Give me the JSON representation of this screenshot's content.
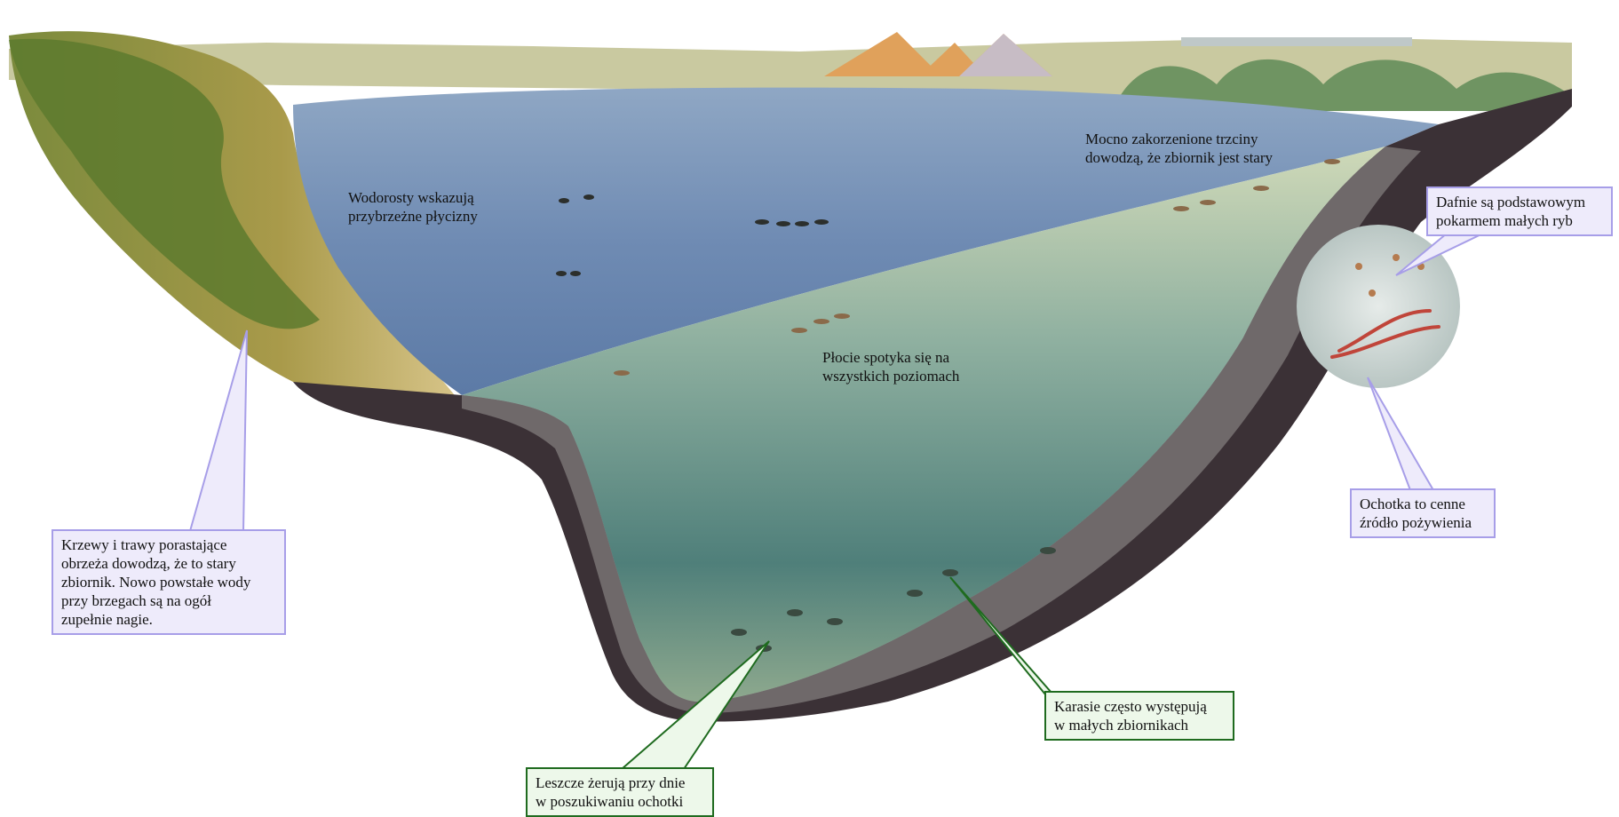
{
  "labels": {
    "algae": "Wodorosty wskazują\nprzybrzeżne płycizny",
    "reeds": "Mocno zakorzenione trzciny\ndowodzą, że zbiornik jest stary",
    "roach": "Płocie spotyka się na\nwszystkich poziomach",
    "shrubs": "Krzewy i trawy porastające\nobrzeża dowodzą, że to stary\nzbiornik. Nowo powstałe wody\nprzy brzegach są na ogół\nzupełnie nagie.",
    "daphnia": "Dafnie są podstawowym\npokarmem małych ryb",
    "bloodworm": "Ochotka to cenne\nźródło pożywienia",
    "bream": "Leszcze żerują przy dnie\nw poszukiwaniu ochotki",
    "crucian": "Karasie często występują\nw małych zbiornikach"
  },
  "colors": {
    "callout_blue_fill": "#eeebfb",
    "callout_blue_border": "#a79ee8",
    "callout_green_fill": "#edf8ea",
    "callout_green_border": "#1f6b1f"
  }
}
